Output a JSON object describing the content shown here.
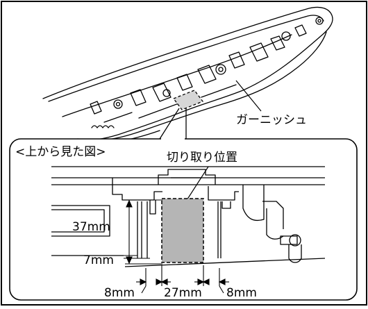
{
  "labels": {
    "garnish": "ガーニッシュ",
    "top_view": "<上から見た図>",
    "cut_position": "切り取り位置"
  },
  "dimensions": {
    "height": "37mm",
    "offset_top": "7mm",
    "left_gap": "8mm",
    "width": "27mm",
    "right_gap": "8mm"
  },
  "colors": {
    "line": "#000000",
    "cut_area": "#b5b5b5"
  }
}
